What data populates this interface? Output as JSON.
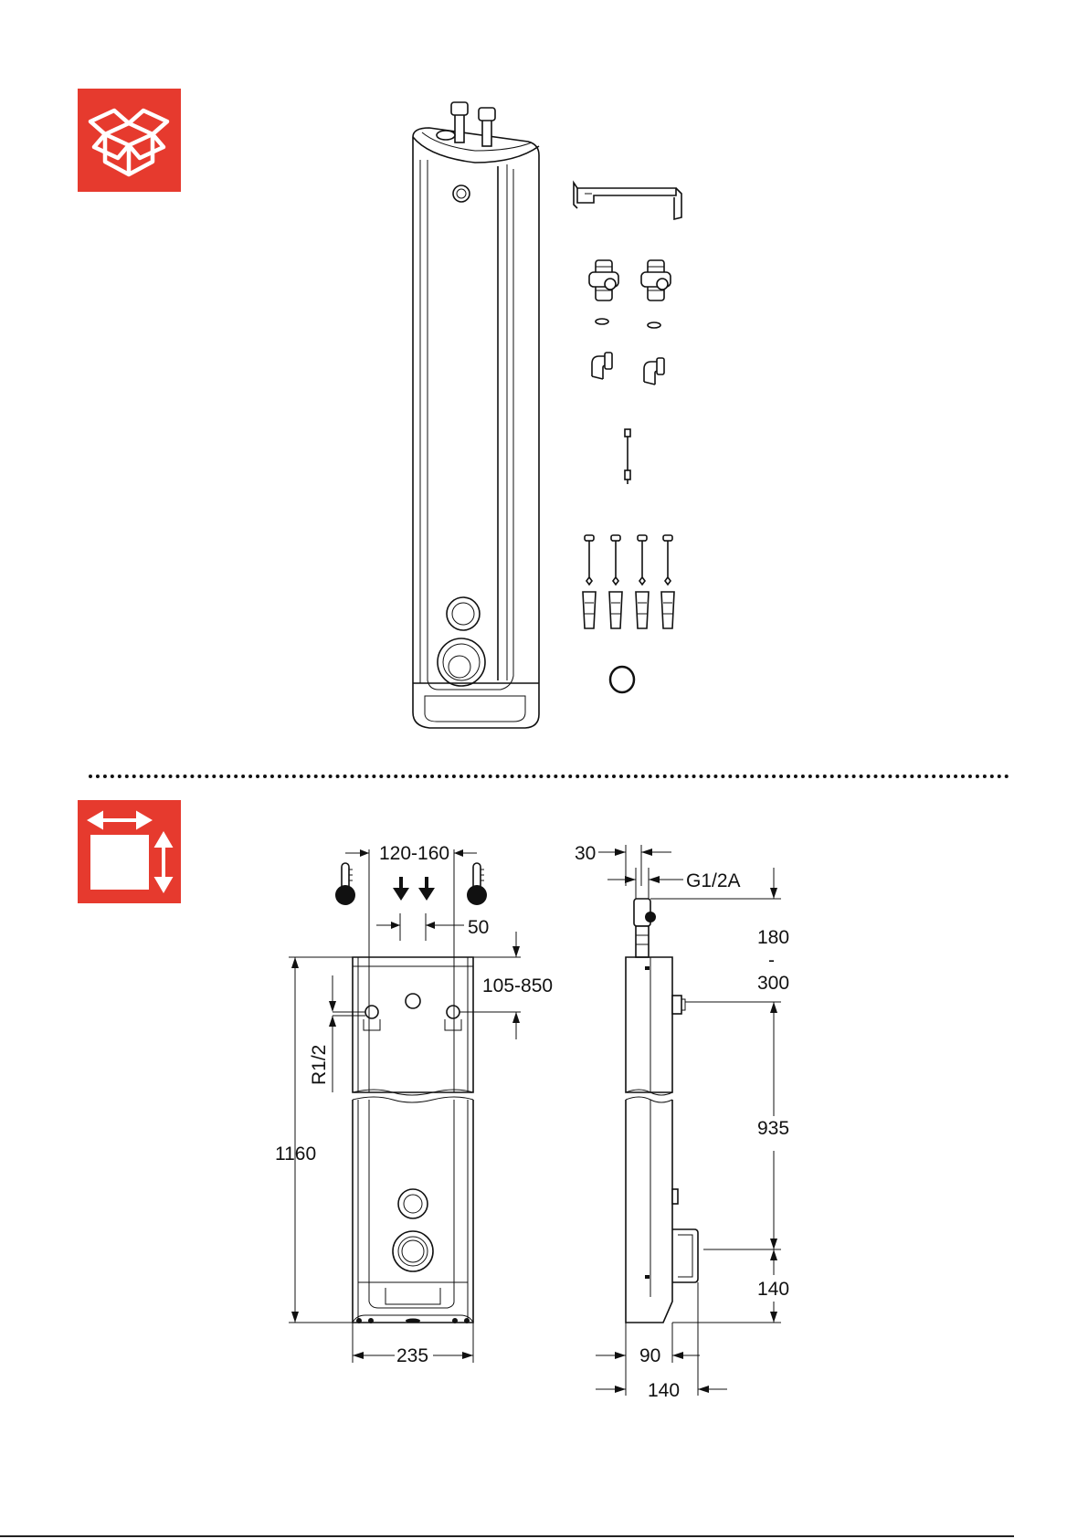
{
  "sections": {
    "scope_of_delivery": {
      "icon": "open-box-icon"
    },
    "dimensions": {
      "icon": "dimensions-icon"
    }
  },
  "dimensions": {
    "front": {
      "spacing": "120-160",
      "pipe_offset": "50",
      "height_range": "105-850",
      "thread": "R1/2",
      "height": "1160",
      "width": "235"
    },
    "side": {
      "top_offset": "30",
      "connection": "G1/2A",
      "range_top": "180",
      "range_sep": "-",
      "range_bottom": "300",
      "middle": "935",
      "lower": "140",
      "depth_inner": "90",
      "depth_outer": "140"
    }
  },
  "colors": {
    "accent": "#e63a2e",
    "line": "#111111"
  }
}
